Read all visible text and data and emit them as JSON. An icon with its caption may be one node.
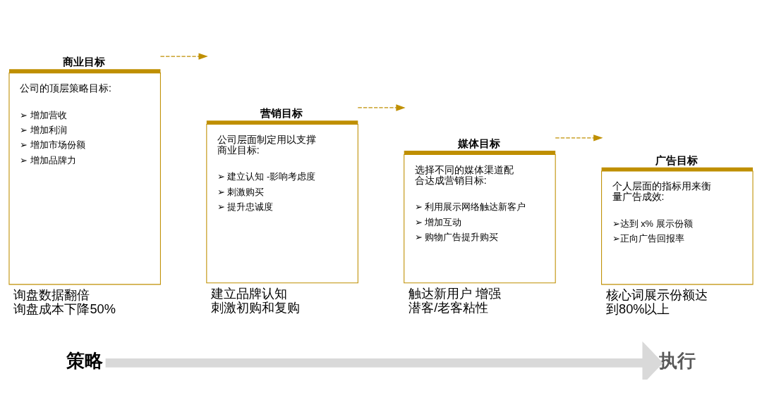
{
  "diagram": {
    "nodes": [
      {
        "text": [
          "商业目标",
          "公司的顶层策略目标:",
          "➢ 增加营收",
          "➢ 增加利润",
          "➢ 增加市场份额",
          "➢ 增加品牌力"
        ],
        "beside": [
          "询盘数据翻倍",
          "询盘成本下降50%"
        ]
      },
      {
        "text": [
          "营销目标",
          "公司层面制定用以支撑商业目标:",
          "➢ 建立认知 -影响考虑度",
          "➢ 刺激购买",
          "➢ 提升忠诚度"
        ],
        "beside": [
          "建立品牌认知",
          "刺激初购和复购"
        ]
      },
      {
        "text": [
          "媒体目标",
          "选择不同的媒体渠道配合达成营销目标:",
          "➢ 利用展示网络触达新客户",
          "➢ 增加互动",
          "➢ 购物广告提升购买"
        ],
        "beside": [
          "触达新用户 增强潜客/老客粘性"
        ]
      },
      {
        "text": [
          "广告目标",
          "个人层面的指标用来衡量广告成效:",
          "➢达到 x% 展示份额",
          "➢正向广告回报率"
        ],
        "beside": [
          "核心词展示份额达到80%以上"
        ]
      },
      {
        "text": [
          "策略"
        ]
      },
      {
        "text": [
          "执行"
        ]
      }
    ],
    "edges": [
      {
        "from": 0,
        "to": 1,
        "arrow": "to",
        "style": "dashed"
      },
      {
        "from": 1,
        "to": 2,
        "arrow": "to",
        "style": "dashed"
      },
      {
        "from": 2,
        "to": 3,
        "arrow": "to",
        "style": "dashed"
      },
      {
        "from": 4,
        "to": 5,
        "arrow": "to",
        "style": "thick",
        "color": "#d9d9d9"
      }
    ]
  }
}
